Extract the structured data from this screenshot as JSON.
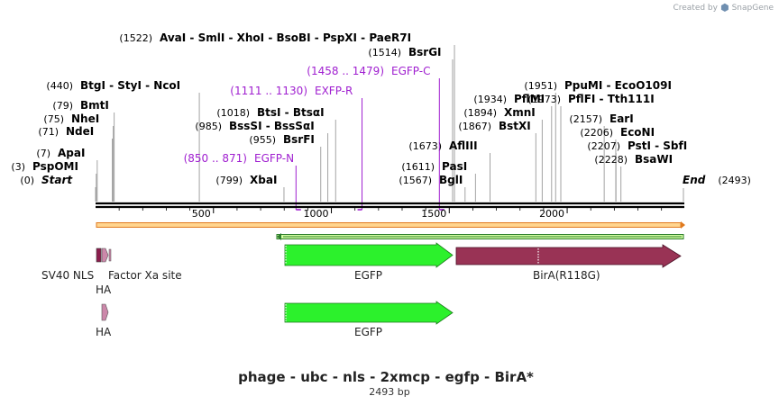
{
  "watermark": {
    "prefix": "Created by",
    "brand": "SnapGene",
    "icon": "snapgene-logo-icon"
  },
  "title": "phage - ubc - nls - 2xmcp - egfp - BirA*",
  "length_label": "2493 bp",
  "sequence_length": 2493,
  "ruler_ticks": [
    500,
    1000,
    1500,
    2000
  ],
  "colors": {
    "backbone": "#000000",
    "orf_fill": "#ffd58f",
    "orf_stroke": "#e07a1f",
    "orf_rev_fill": "#d4ffa0",
    "orf_rev_stroke": "#2d7d2d",
    "egfp": "#2cf12c",
    "bira": "#993355",
    "nls": "#8b1d4c",
    "ha": "#cc88aa",
    "primer": "#a020d0"
  },
  "sites": [
    {
      "pos": "(0)",
      "name": "Start",
      "bp": 0,
      "italic": true
    },
    {
      "pos": "(3)",
      "name": "PspOMI",
      "bp": 3
    },
    {
      "pos": "(7)",
      "name": "ApaI",
      "bp": 7
    },
    {
      "pos": "(71)",
      "name": "NdeI",
      "bp": 71
    },
    {
      "pos": "(75)",
      "name": "NheI",
      "bp": 75
    },
    {
      "pos": "(79)",
      "name": "BmtI",
      "bp": 79
    },
    {
      "pos": "(440)",
      "name": "BtgI - StyI - NcoI",
      "bp": 440
    },
    {
      "pos": "(799)",
      "name": "XbaI",
      "bp": 799
    },
    {
      "pos": "(955)",
      "name": "BsrFI",
      "bp": 955
    },
    {
      "pos": "(985)",
      "name": "BssSI - BssSαI",
      "bp": 985
    },
    {
      "pos": "(1018)",
      "name": "BtsI - BtsαI",
      "bp": 1018
    },
    {
      "pos": "(1522)",
      "name": "AvaI - SmlI - XhoI - BsoBI - PspXI - PaeR7I",
      "bp": 1522
    },
    {
      "pos": "(1514)",
      "name": "BsrGI",
      "bp": 1514
    },
    {
      "pos": "(1567)",
      "name": "BglI",
      "bp": 1567
    },
    {
      "pos": "(1611)",
      "name": "PasI",
      "bp": 1611
    },
    {
      "pos": "(1673)",
      "name": "AflIII",
      "bp": 1673
    },
    {
      "pos": "(1867)",
      "name": "BstXI",
      "bp": 1867
    },
    {
      "pos": "(1894)",
      "name": "XmnI",
      "bp": 1894
    },
    {
      "pos": "(1934)",
      "name": "PflMI",
      "bp": 1934
    },
    {
      "pos": "(1951)",
      "name": "PpuMI - EcoO109I",
      "bp": 1951
    },
    {
      "pos": "(1973)",
      "name": "PflFI - Tth111I",
      "bp": 1973
    },
    {
      "pos": "(2157)",
      "name": "EarI",
      "bp": 2157
    },
    {
      "pos": "(2206)",
      "name": "EcoNI",
      "bp": 2206
    },
    {
      "pos": "(2207)",
      "name": "PstI - SbfI",
      "bp": 2207
    },
    {
      "pos": "(2228)",
      "name": "BsaWI",
      "bp": 2228
    },
    {
      "pos": "(2493)",
      "name": "End",
      "bp": 2493,
      "italic": true
    }
  ],
  "primers": [
    {
      "range": "(850 .. 871)",
      "name": "EGFP-N",
      "start": 850,
      "end": 871,
      "direction": "forward"
    },
    {
      "range": "(1111 .. 1130)",
      "name": "EXFP-R",
      "start": 1111,
      "end": 1130,
      "direction": "reverse"
    },
    {
      "range": "(1458 .. 1479)",
      "name": "EGFP-C",
      "start": 1458,
      "end": 1479,
      "direction": "forward"
    }
  ],
  "features": [
    {
      "name": "SV40 NLS",
      "track": 1
    },
    {
      "name": "HA",
      "track": 1
    },
    {
      "name": "Factor Xa site",
      "track": 1
    },
    {
      "name": "EGFP",
      "track": 1
    },
    {
      "name": "BirA(R118G)",
      "track": 1
    },
    {
      "name": "HA",
      "track": 2
    },
    {
      "name": "EGFP",
      "track": 2
    }
  ]
}
